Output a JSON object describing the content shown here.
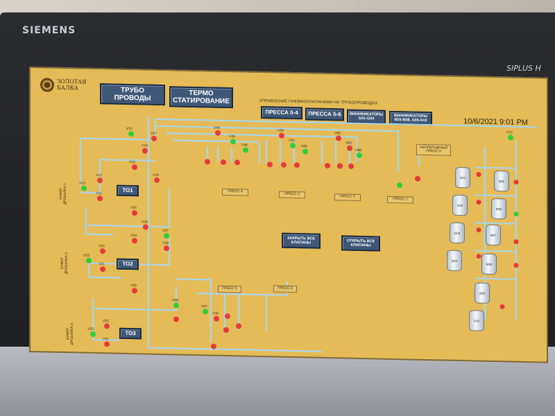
{
  "device": {
    "brand": "SIEMENS",
    "model": "SIPLUS H"
  },
  "header": {
    "logo_text": "ЗОЛОТАЯ\nБАЛКА",
    "btn_pipes": "ТРУБО\nПРОВОДЫ",
    "btn_thermo": "ТЕРМО\nСТАТИРОВАНИЕ",
    "title": "УПРАВЛЕНИЕ ПНЕВМОКЛАПАНАМИ НА ТРУБОПРОВОДАХ",
    "btn_press04": "ПРЕССА 0-4",
    "btn_press56": "ПРЕССА 5-6",
    "btn_vinif1": "ВИНИФИКАТОРЫ\nG01-G04",
    "btn_vinif2": "ВИНИФИКАТОРЫ\nB05-B08, A09-A10",
    "datetime": "10/6/2021 9:01 PM"
  },
  "buffers": [
    {
      "label": "БУФЕР\nДРОБИЛКА 1",
      "to": "ТО1"
    },
    {
      "label": "БУФЕР\nДРОБИЛКА 2",
      "to": "ТО2"
    },
    {
      "label": "БУФЕР\nДРОБИЛКА 3",
      "to": "ТО3"
    }
  ],
  "presses": {
    "p4": "ПРЕСС 4",
    "p3": "ПРЕСС 3",
    "p2": "ПРЕСС 2",
    "p1": "ПРЕСС 1",
    "p0": "НЕПРЕРЫВНЫЙ\nПРЕСС 0",
    "p5": "ПРЕСС 5",
    "p6": "ПРЕСС 6"
  },
  "actions": {
    "close_all": "ЗАКРЫТЬ ВСЕ\nКЛАПАНЫ",
    "open_all": "ОТКРЫТЬ ВСЕ\nКЛАПАНЫ"
  },
  "valve_tags": [
    "V15",
    "V17",
    "V16",
    "V14",
    "V18",
    "V12",
    "V13",
    "V11",
    "V25",
    "V26",
    "V24",
    "V22",
    "V23",
    "V21",
    "V35",
    "V36",
    "V32",
    "V33",
    "V31",
    "V44",
    "V45",
    "V46",
    "V54",
    "V55",
    "V56",
    "V64",
    "V65",
    "V66",
    "V37",
    "V38",
    "V27",
    "V28",
    "V72"
  ],
  "tanks": [
    "G01",
    "G02",
    "G03",
    "G04",
    "B05",
    "B06",
    "B07",
    "B08",
    "A09",
    "A10"
  ],
  "colors": {
    "screen": "#e5bb58",
    "pipe": "#a9d4e6",
    "valve_open": "#2fcf3a",
    "valve_closed": "#e53b3b"
  }
}
